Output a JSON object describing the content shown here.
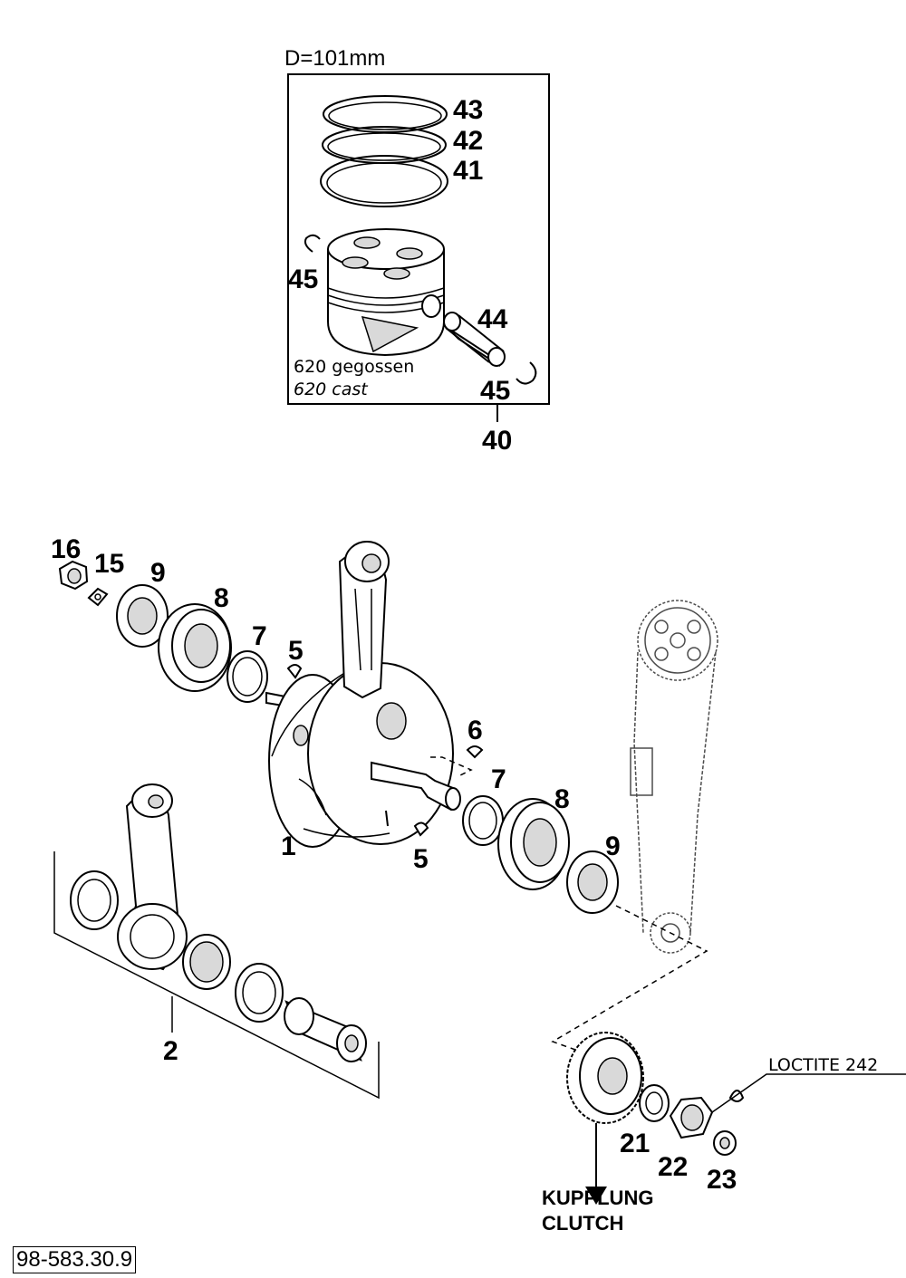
{
  "piston_box": {
    "diameter_label": "D=101mm",
    "note_de": "620 gegossen",
    "note_en": "620 cast"
  },
  "callouts": {
    "c43": "43",
    "c42": "42",
    "c41": "41",
    "c45a": "45",
    "c44": "44",
    "c45b": "45",
    "c40": "40",
    "c16": "16",
    "c15": "15",
    "c9a": "9",
    "c8a": "8",
    "c7a": "7",
    "c5a": "5",
    "c1": "1",
    "c6": "6",
    "c7b": "7",
    "c8b": "8",
    "c5b": "5",
    "c9b": "9",
    "c2": "2",
    "c21": "21",
    "c22": "22",
    "c23": "23"
  },
  "loctite_label": "LOCTITE 242",
  "clutch_label_de": "KUPPLUNG",
  "clutch_label_en": "CLUTCH",
  "doc_number": "98-583.30.9"
}
